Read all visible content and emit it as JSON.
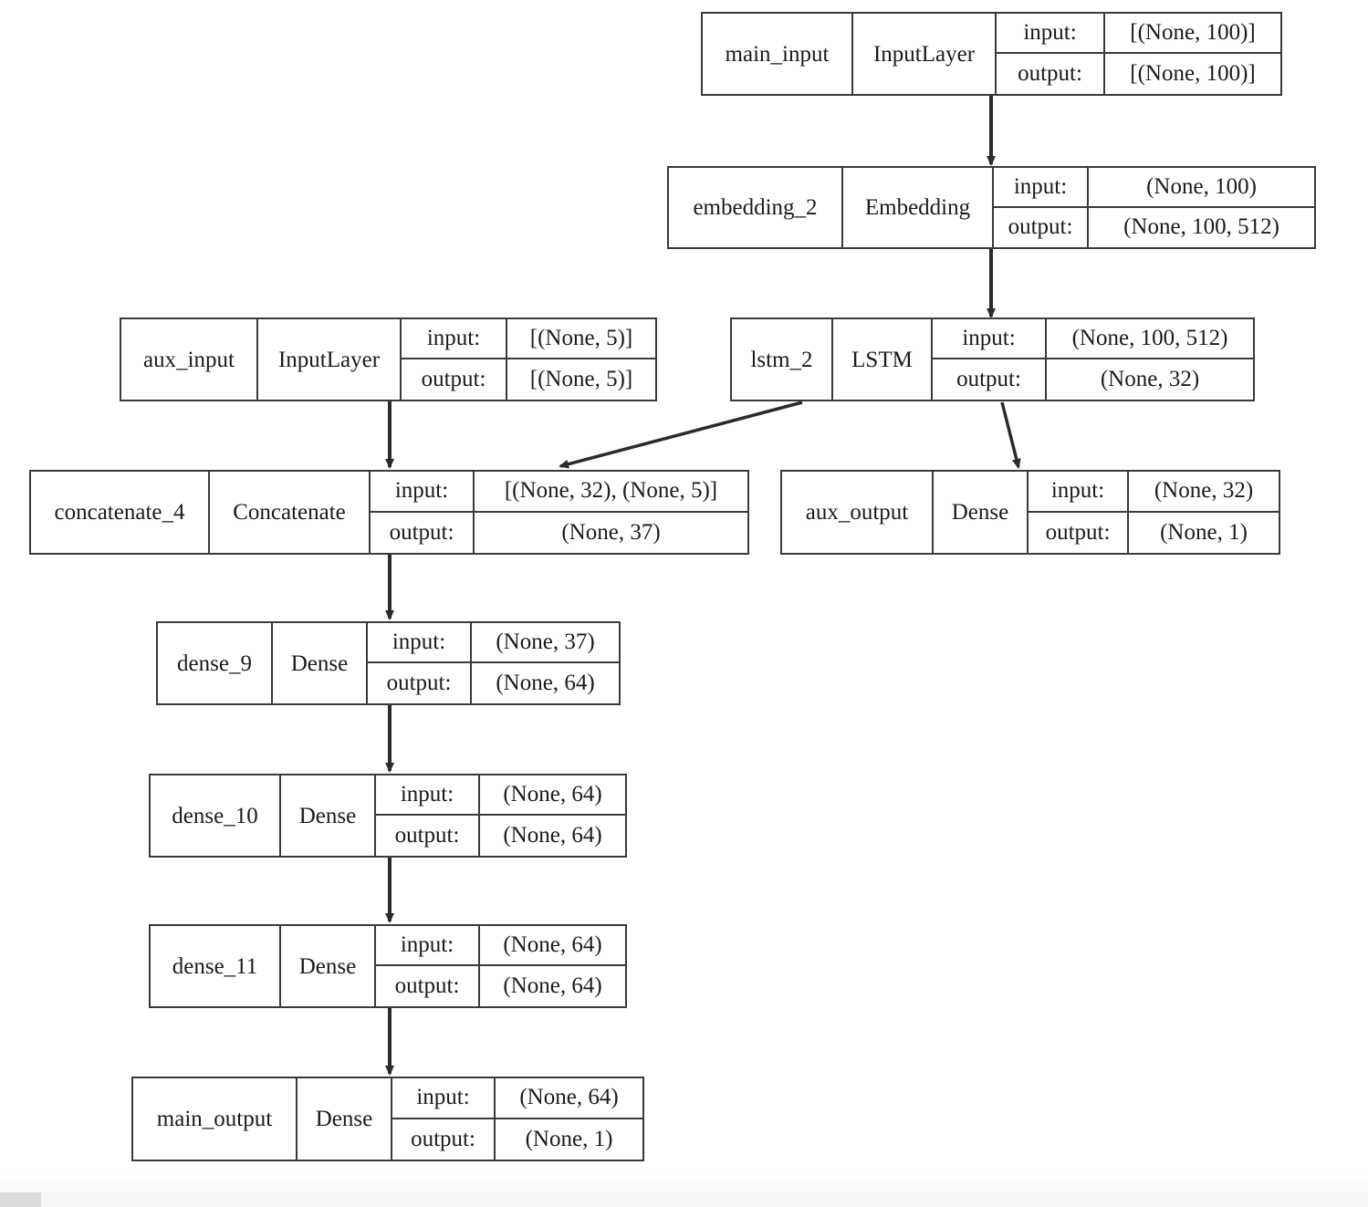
{
  "diagram": {
    "title": "Keras model architecture graph",
    "kind": "keras-plot-model",
    "io_labels": {
      "input": "input:",
      "output": "output:"
    },
    "nodes": [
      {
        "id": "main_input",
        "name": "main_input",
        "type": "InputLayer",
        "input_shape": "[(None, 100)]",
        "output_shape": "[(None, 100)]"
      },
      {
        "id": "embedding_2",
        "name": "embedding_2",
        "type": "Embedding",
        "input_shape": "(None, 100)",
        "output_shape": "(None, 100, 512)"
      },
      {
        "id": "aux_input",
        "name": "aux_input",
        "type": "InputLayer",
        "input_shape": "[(None, 5)]",
        "output_shape": "[(None, 5)]"
      },
      {
        "id": "lstm_2",
        "name": "lstm_2",
        "type": "LSTM",
        "input_shape": "(None, 100, 512)",
        "output_shape": "(None, 32)"
      },
      {
        "id": "concatenate_4",
        "name": "concatenate_4",
        "type": "Concatenate",
        "input_shape": "[(None, 32), (None, 5)]",
        "output_shape": "(None, 37)"
      },
      {
        "id": "aux_output",
        "name": "aux_output",
        "type": "Dense",
        "input_shape": "(None, 32)",
        "output_shape": "(None, 1)"
      },
      {
        "id": "dense_9",
        "name": "dense_9",
        "type": "Dense",
        "input_shape": "(None, 37)",
        "output_shape": "(None, 64)"
      },
      {
        "id": "dense_10",
        "name": "dense_10",
        "type": "Dense",
        "input_shape": "(None, 64)",
        "output_shape": "(None, 64)"
      },
      {
        "id": "dense_11",
        "name": "dense_11",
        "type": "Dense",
        "input_shape": "(None, 64)",
        "output_shape": "(None, 64)"
      },
      {
        "id": "main_output",
        "name": "main_output",
        "type": "Dense",
        "input_shape": "(None, 64)",
        "output_shape": "(None, 1)"
      }
    ],
    "edges": [
      {
        "from": "main_input",
        "to": "embedding_2"
      },
      {
        "from": "embedding_2",
        "to": "lstm_2"
      },
      {
        "from": "aux_input",
        "to": "concatenate_4"
      },
      {
        "from": "lstm_2",
        "to": "concatenate_4"
      },
      {
        "from": "lstm_2",
        "to": "aux_output"
      },
      {
        "from": "concatenate_4",
        "to": "dense_9"
      },
      {
        "from": "dense_9",
        "to": "dense_10"
      },
      {
        "from": "dense_10",
        "to": "dense_11"
      },
      {
        "from": "dense_11",
        "to": "main_output"
      }
    ],
    "colors": {
      "border": "#3a3a3a",
      "edge": "#2b2b2b",
      "background": "#ffffff",
      "scrollbar_track": "#f5f5f5",
      "scrollbar_thumb": "#dcdcdc"
    }
  },
  "scrollbar": {
    "name": "horizontal-scrollbar",
    "position": "bottom"
  }
}
